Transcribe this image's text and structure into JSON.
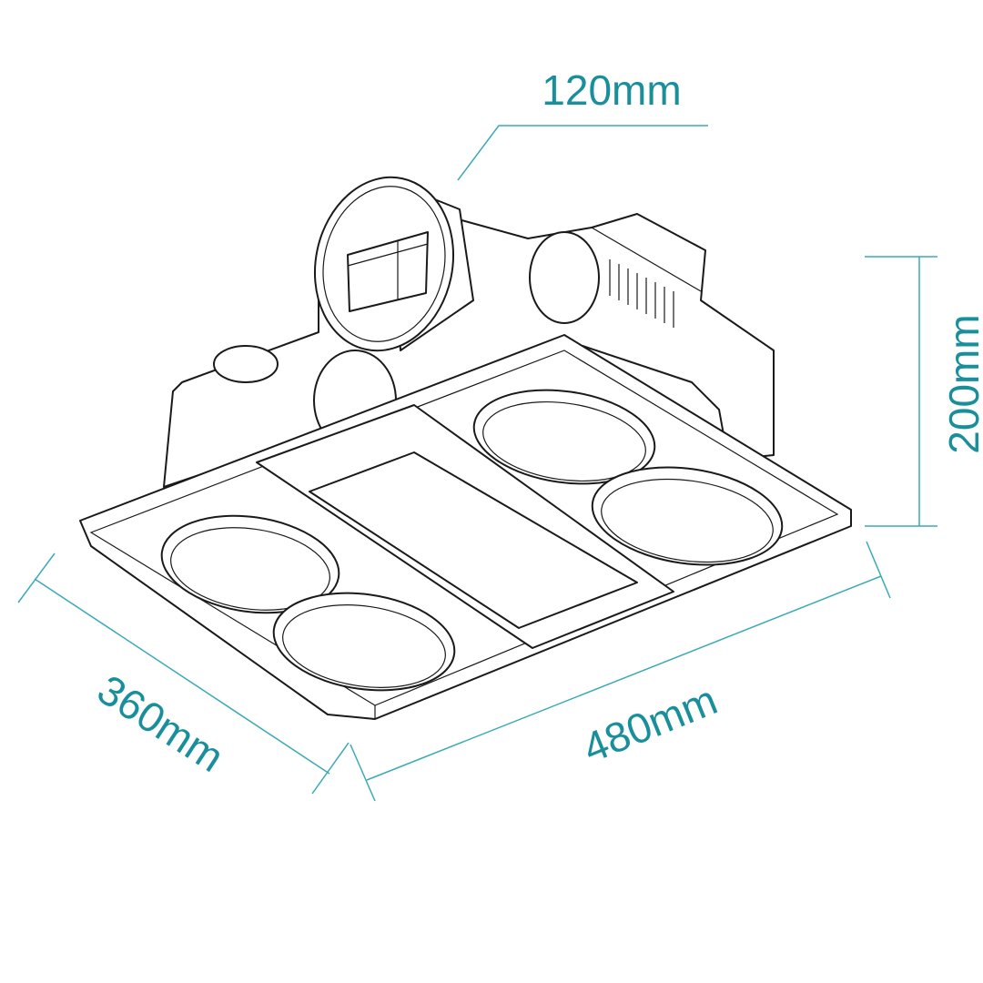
{
  "dimensions": {
    "duct_diameter": "120mm",
    "height": "200mm",
    "depth": "360mm",
    "width": "480mm"
  },
  "colors": {
    "dimension_text": "#1a8f9c",
    "dimension_line": "#3aaab5",
    "drawing_ink": "#1a1a1a"
  }
}
